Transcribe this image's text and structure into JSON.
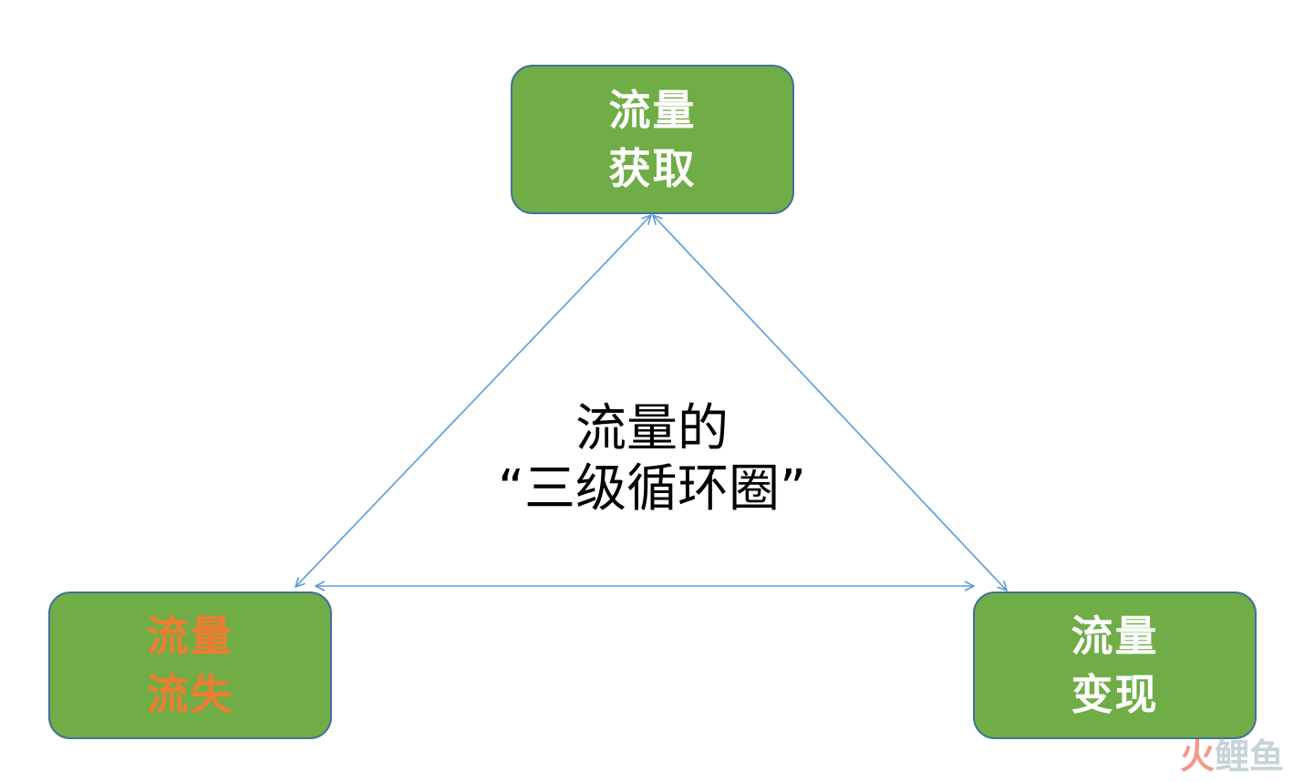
{
  "colors": {
    "node_fill": "#70ad47",
    "node_border": "#41719c",
    "text_white": "#ffffff",
    "text_orange": "#ed7d31",
    "arrow": "#5b9bd5",
    "watermark_red": "#e8452c",
    "watermark_gray": "#9ab0b8"
  },
  "nodes": {
    "top": {
      "line1": "流量",
      "line2": "获取"
    },
    "left": {
      "line1": "流量",
      "line2": "流失"
    },
    "right": {
      "line1": "流量",
      "line2": "变现"
    }
  },
  "center": {
    "line1": "流量的",
    "line2": "“三级循环圈”"
  },
  "watermark": {
    "char1": "火",
    "char2": "鲤",
    "char3": "鱼"
  }
}
